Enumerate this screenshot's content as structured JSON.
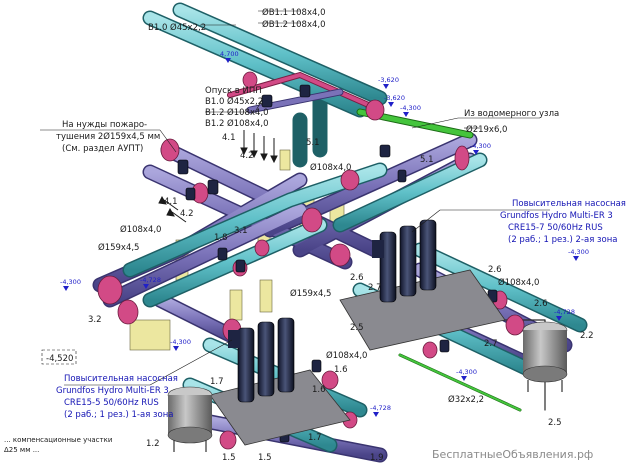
{
  "pipes": {
    "b1_1": "ØB1.1 108x4,0",
    "b1_2": "ØB1.2 108x4,0",
    "b1_0_top": "B1.0 Ø45x2,2",
    "d219": "Ø219x6,0",
    "d108_a": "Ø108x4,0",
    "d108_b": "Ø108x4,0",
    "d108_c": "Ø108x4,0",
    "d108_d": "Ø108x4,0",
    "d159_a": "Ø159x4,5",
    "d159_b": "Ø159x4,5",
    "d32": "Ø32x2,2"
  },
  "notes": {
    "ipp_title": "Опуск в ИПП",
    "ipp_l1": "B1.0 Ø45x2,2",
    "ipp_l2": "B1.2 Ø108x4,0",
    "ipp_l3": "B1.2 Ø108x4,0",
    "fire_l1": "На нужды пожаро-",
    "fire_l2": "тушения 2Ø159x4,5 мм",
    "fire_l3": "(См. раздел АУПТ)",
    "barrier": "Из водомерного узла",
    "small_note_l1": "... компенсационные участки",
    "small_note_l2": "Δ25 мм ...",
    "watermark": "БесплатныеОбъявления.рф"
  },
  "station1": {
    "l1": "Повысительная насосная",
    "l2": "Grundfos Hydro Multi-ER 3",
    "l3": "CRE15-7 50/60Hz RUS",
    "l4": "(2 раб.; 1 рез.) 2-ая зона"
  },
  "station2": {
    "l1": "Повысительная насосная",
    "l2": "Grundfos Hydro Multi-ER 3",
    "l3": "CRE15-5 50/60Hz RUS",
    "l4": "(2 раб.; 1 рез.) 1-ая зона"
  },
  "tags": {
    "t4_1a": "4.1",
    "t4_2a": "4.2",
    "t4_1b": "4.1",
    "t4_2b": "4.2",
    "t5_1a": "5.1",
    "t5_1b": "5.1",
    "t1_8": "1.8",
    "t3_1": "3.1",
    "t3_2": "3.2",
    "t2_6a": "2.6",
    "t2_7a": "2.7",
    "t2_5a": "2.5",
    "t2_6b": "2.6",
    "t2_6c": "2.6",
    "t2_7b": "2.7",
    "t2_2": "2.2",
    "t2_5b": "2.5",
    "t1_7a": "1.7",
    "t1_6a": "1.6",
    "t1_6b": "1.6",
    "t1_7b": "1.7",
    "t1_2": "1.2",
    "t1_5a": "1.5",
    "t1_5b": "1.5",
    "t1_9": "1.9"
  },
  "elevations": {
    "e1": "4,700",
    "e2": "-3,620",
    "e3": "-3,620",
    "e4": "-4,300",
    "e5": "-4,300",
    "e6": "-4,300",
    "e7": "-4,728",
    "e8": "-4,300",
    "e9": "-4,300",
    "e10": "-4,728",
    "e11": "-4,300",
    "e12": "-4,728",
    "e13": "-4,520"
  },
  "colors": {
    "cyan": "#5fc0c8",
    "purple": "#7a72b8",
    "magenta": "#d24a86",
    "green": "#44c43c",
    "yellow": "#ece7a0",
    "dark": "#1e2442",
    "tank": "#9c9c9c"
  }
}
